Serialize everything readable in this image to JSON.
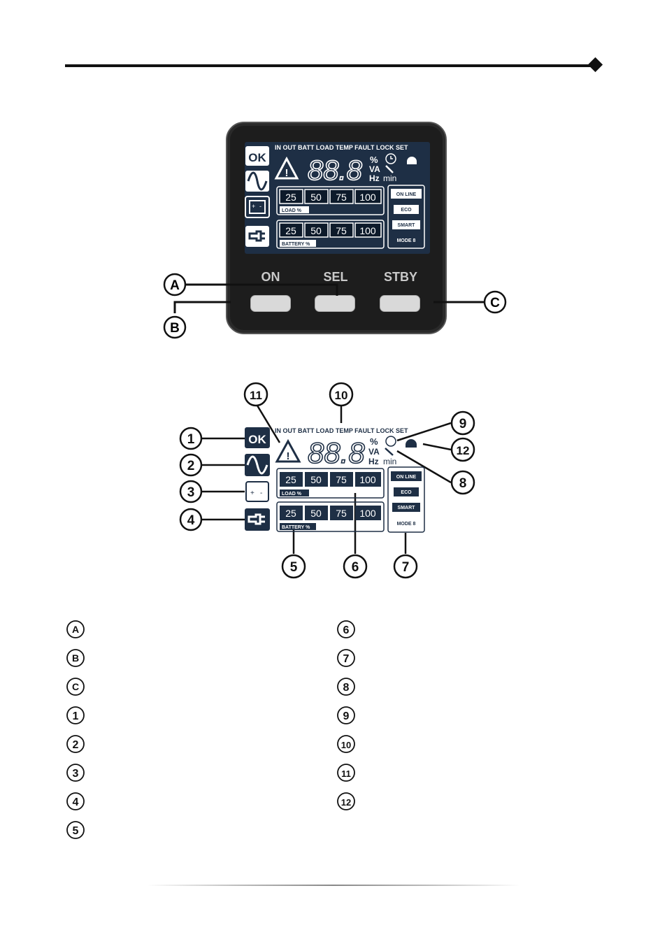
{
  "lcd": {
    "status_row": "IN OUT BATT LOAD TEMP FAULT LOCK SET",
    "digits": "88.8",
    "units": {
      "percent": "%",
      "va": "VA",
      "hz": "Hz",
      "min": "min"
    },
    "ok_label": "OK",
    "load_bar": {
      "values": [
        "25",
        "50",
        "75",
        "100"
      ],
      "label": "LOAD %"
    },
    "battery_bar": {
      "values": [
        "25",
        "50",
        "75",
        "100"
      ],
      "label": "BATTERY %"
    },
    "modes": [
      "ON LINE",
      "ECO",
      "SMART",
      "MODE 8"
    ]
  },
  "buttons": {
    "on": "ON",
    "sel": "SEL",
    "stby": "STBY"
  },
  "callouts_letters": [
    "A",
    "B",
    "C"
  ],
  "callouts_numbers": [
    "1",
    "2",
    "3",
    "4",
    "5",
    "6",
    "7",
    "8",
    "9",
    "10",
    "11",
    "12"
  ],
  "legend": {
    "left": [
      "A",
      "B",
      "C",
      "1",
      "2",
      "3",
      "4",
      "5"
    ],
    "right": [
      "6",
      "7",
      "8",
      "9",
      "10",
      "11",
      "12"
    ]
  },
  "colors": {
    "lcd_bg": "#1e2f45",
    "device_bg": "#1d1d1d",
    "ink": "#111111"
  }
}
